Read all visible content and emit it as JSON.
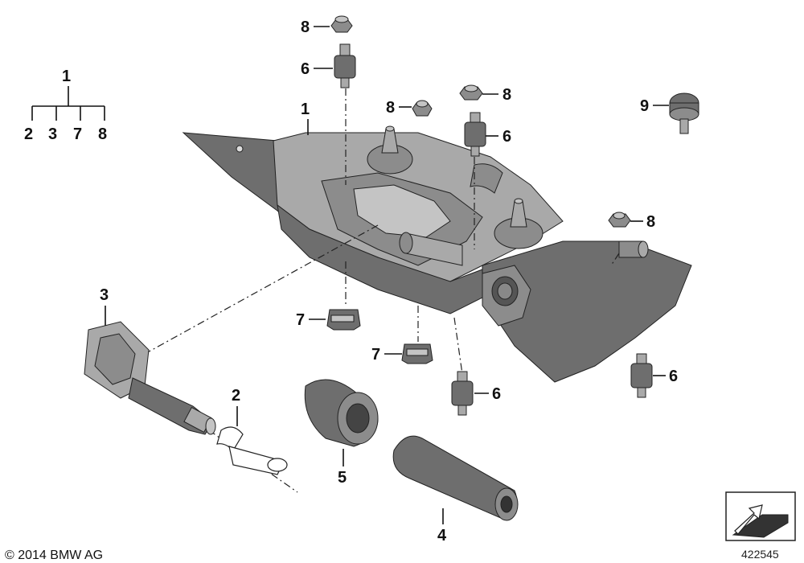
{
  "diagram": {
    "callouts": {
      "c1_tree_top": "1",
      "c1_tree_children": [
        "2",
        "3",
        "7",
        "8"
      ],
      "c1_bracket": "1",
      "c2": "2",
      "c3": "3",
      "c4": "4",
      "c5": "5",
      "c6_top": "6",
      "c6_right_upper": "6",
      "c6_lower_mid": "6",
      "c6_lower_right": "6",
      "c7_left": "7",
      "c7_mid": "7",
      "c8_top": "8",
      "c8_upper_left": "8",
      "c8_upper_right": "8",
      "c8_right": "8",
      "c9": "9"
    },
    "copyright": "© 2014 BMW AG",
    "document_number": "422545"
  }
}
